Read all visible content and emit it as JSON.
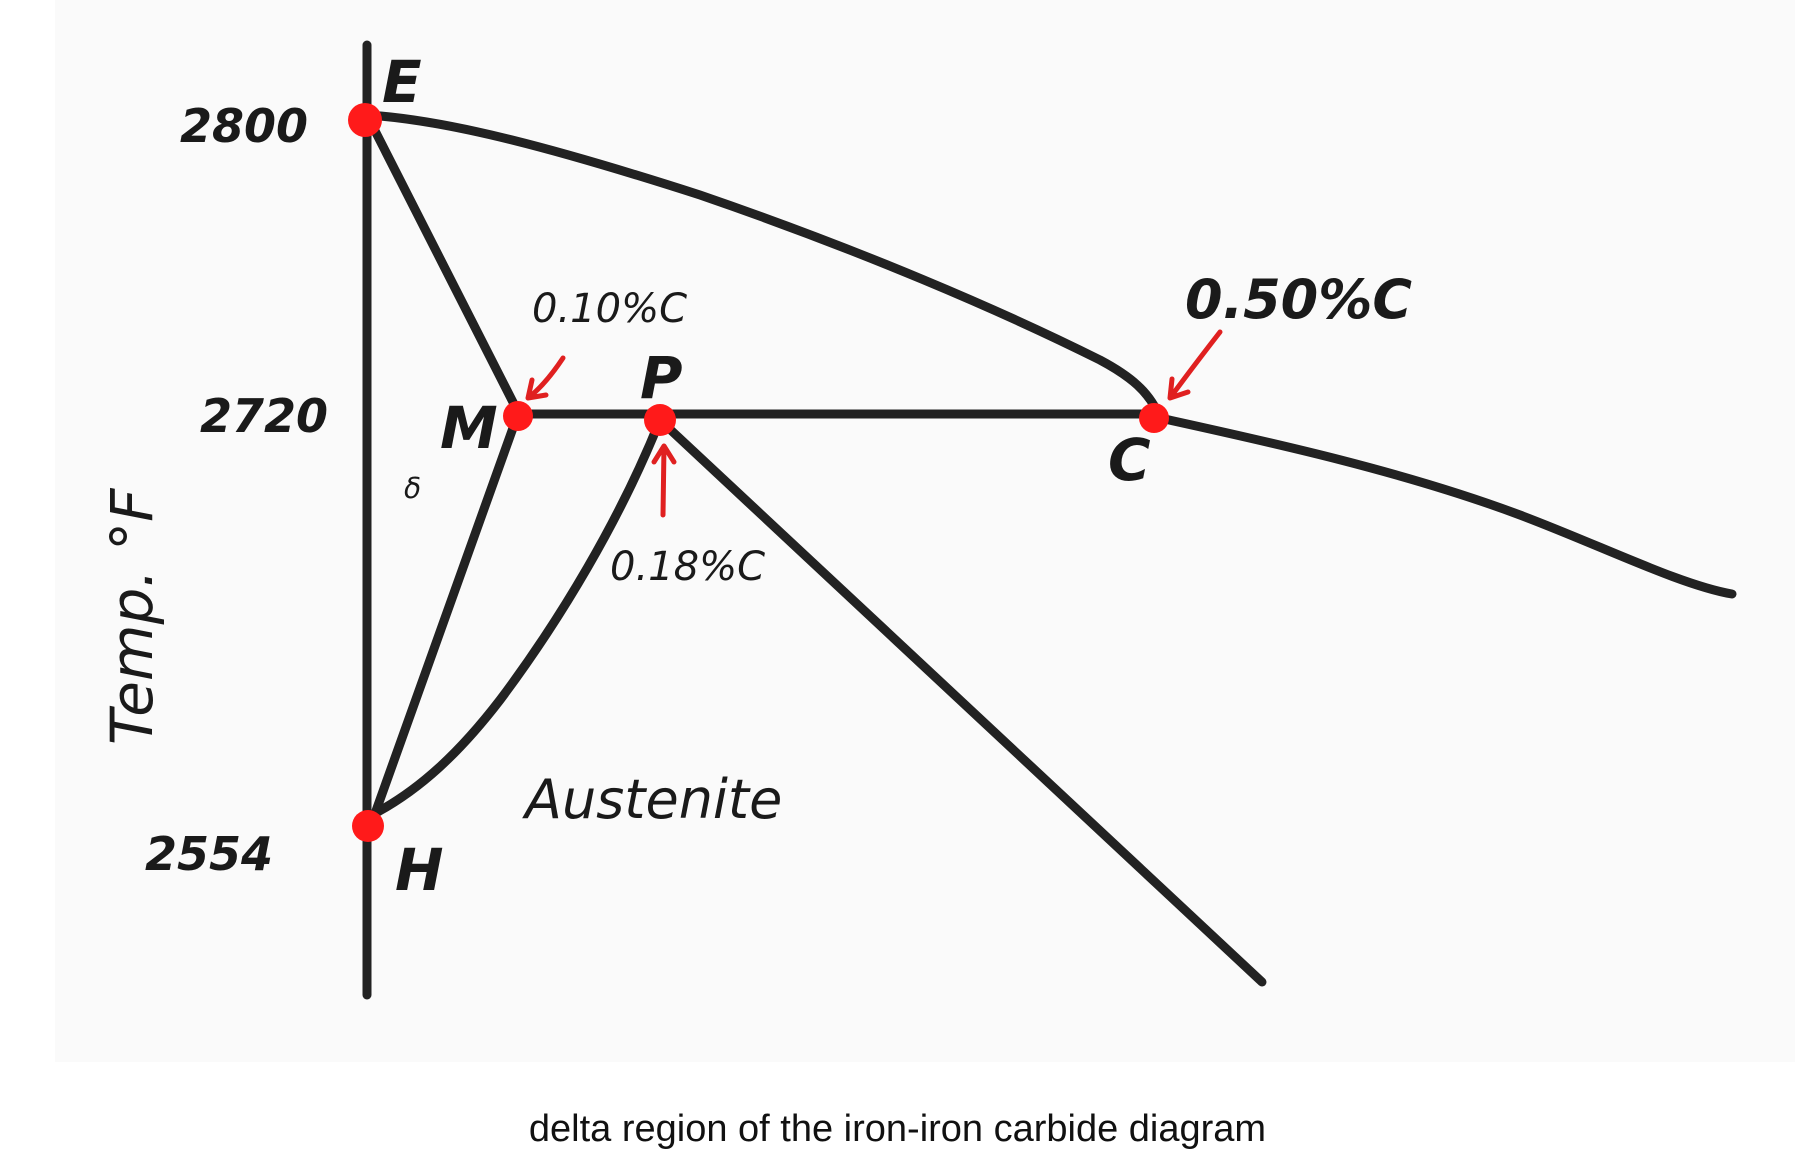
{
  "temperatures": {
    "t2800": "2800",
    "t2720": "2720",
    "t2554": "2554"
  },
  "points": {
    "E": "E",
    "M": "M",
    "P": "P",
    "C": "C",
    "H": "H"
  },
  "compositions": {
    "m": "0.10%C",
    "p": "0.18%C",
    "c": "0.50%C"
  },
  "region_label": "Austenite",
  "delta_label": "δ",
  "axis_label": "Temp. °F",
  "caption": "delta region of the iron-iron carbide diagram",
  "colors": {
    "line": "#222222",
    "point": "#ff1a1a",
    "arrow": "#e02020",
    "panel": "#fafafa"
  }
}
